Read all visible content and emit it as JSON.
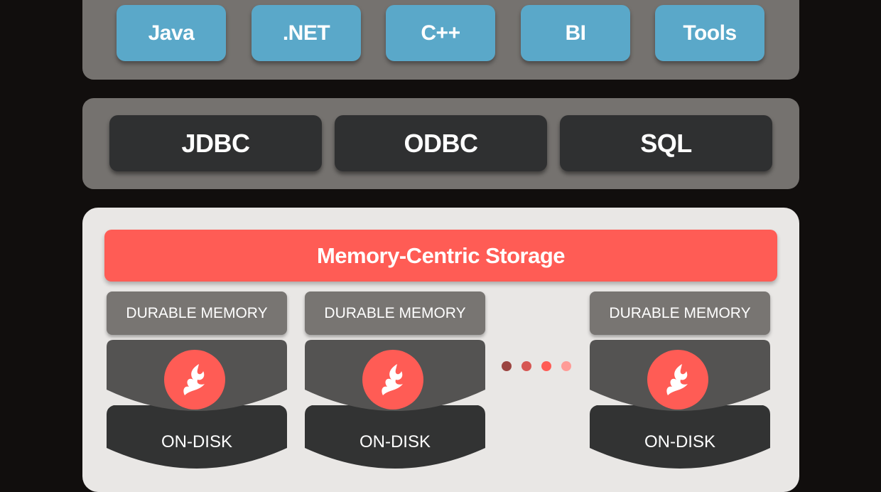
{
  "languages": [
    "Java",
    ".NET",
    "C++",
    "BI",
    "Tools"
  ],
  "apis": [
    "JDBC",
    "ODBC",
    "SQL"
  ],
  "storage": {
    "title": "Memory-Centric Storage",
    "nodes": [
      {
        "memory_label": "DURABLE MEMORY",
        "disk_label": "ON-DISK"
      },
      {
        "memory_label": "DURABLE MEMORY",
        "disk_label": "ON-DISK"
      },
      {
        "memory_label": "DURABLE MEMORY",
        "disk_label": "ON-DISK"
      }
    ]
  },
  "icons": {
    "node_logo": "ignite-flame-icon",
    "ellipsis": "ellipsis-dots-icon"
  },
  "colors": {
    "language_box": "#5aa8c9",
    "api_box": "#2f3031",
    "storage_accent": "#ff5c55",
    "dots": [
      "#9b4541",
      "#d65753",
      "#ff5c55",
      "#ff9c97"
    ]
  }
}
